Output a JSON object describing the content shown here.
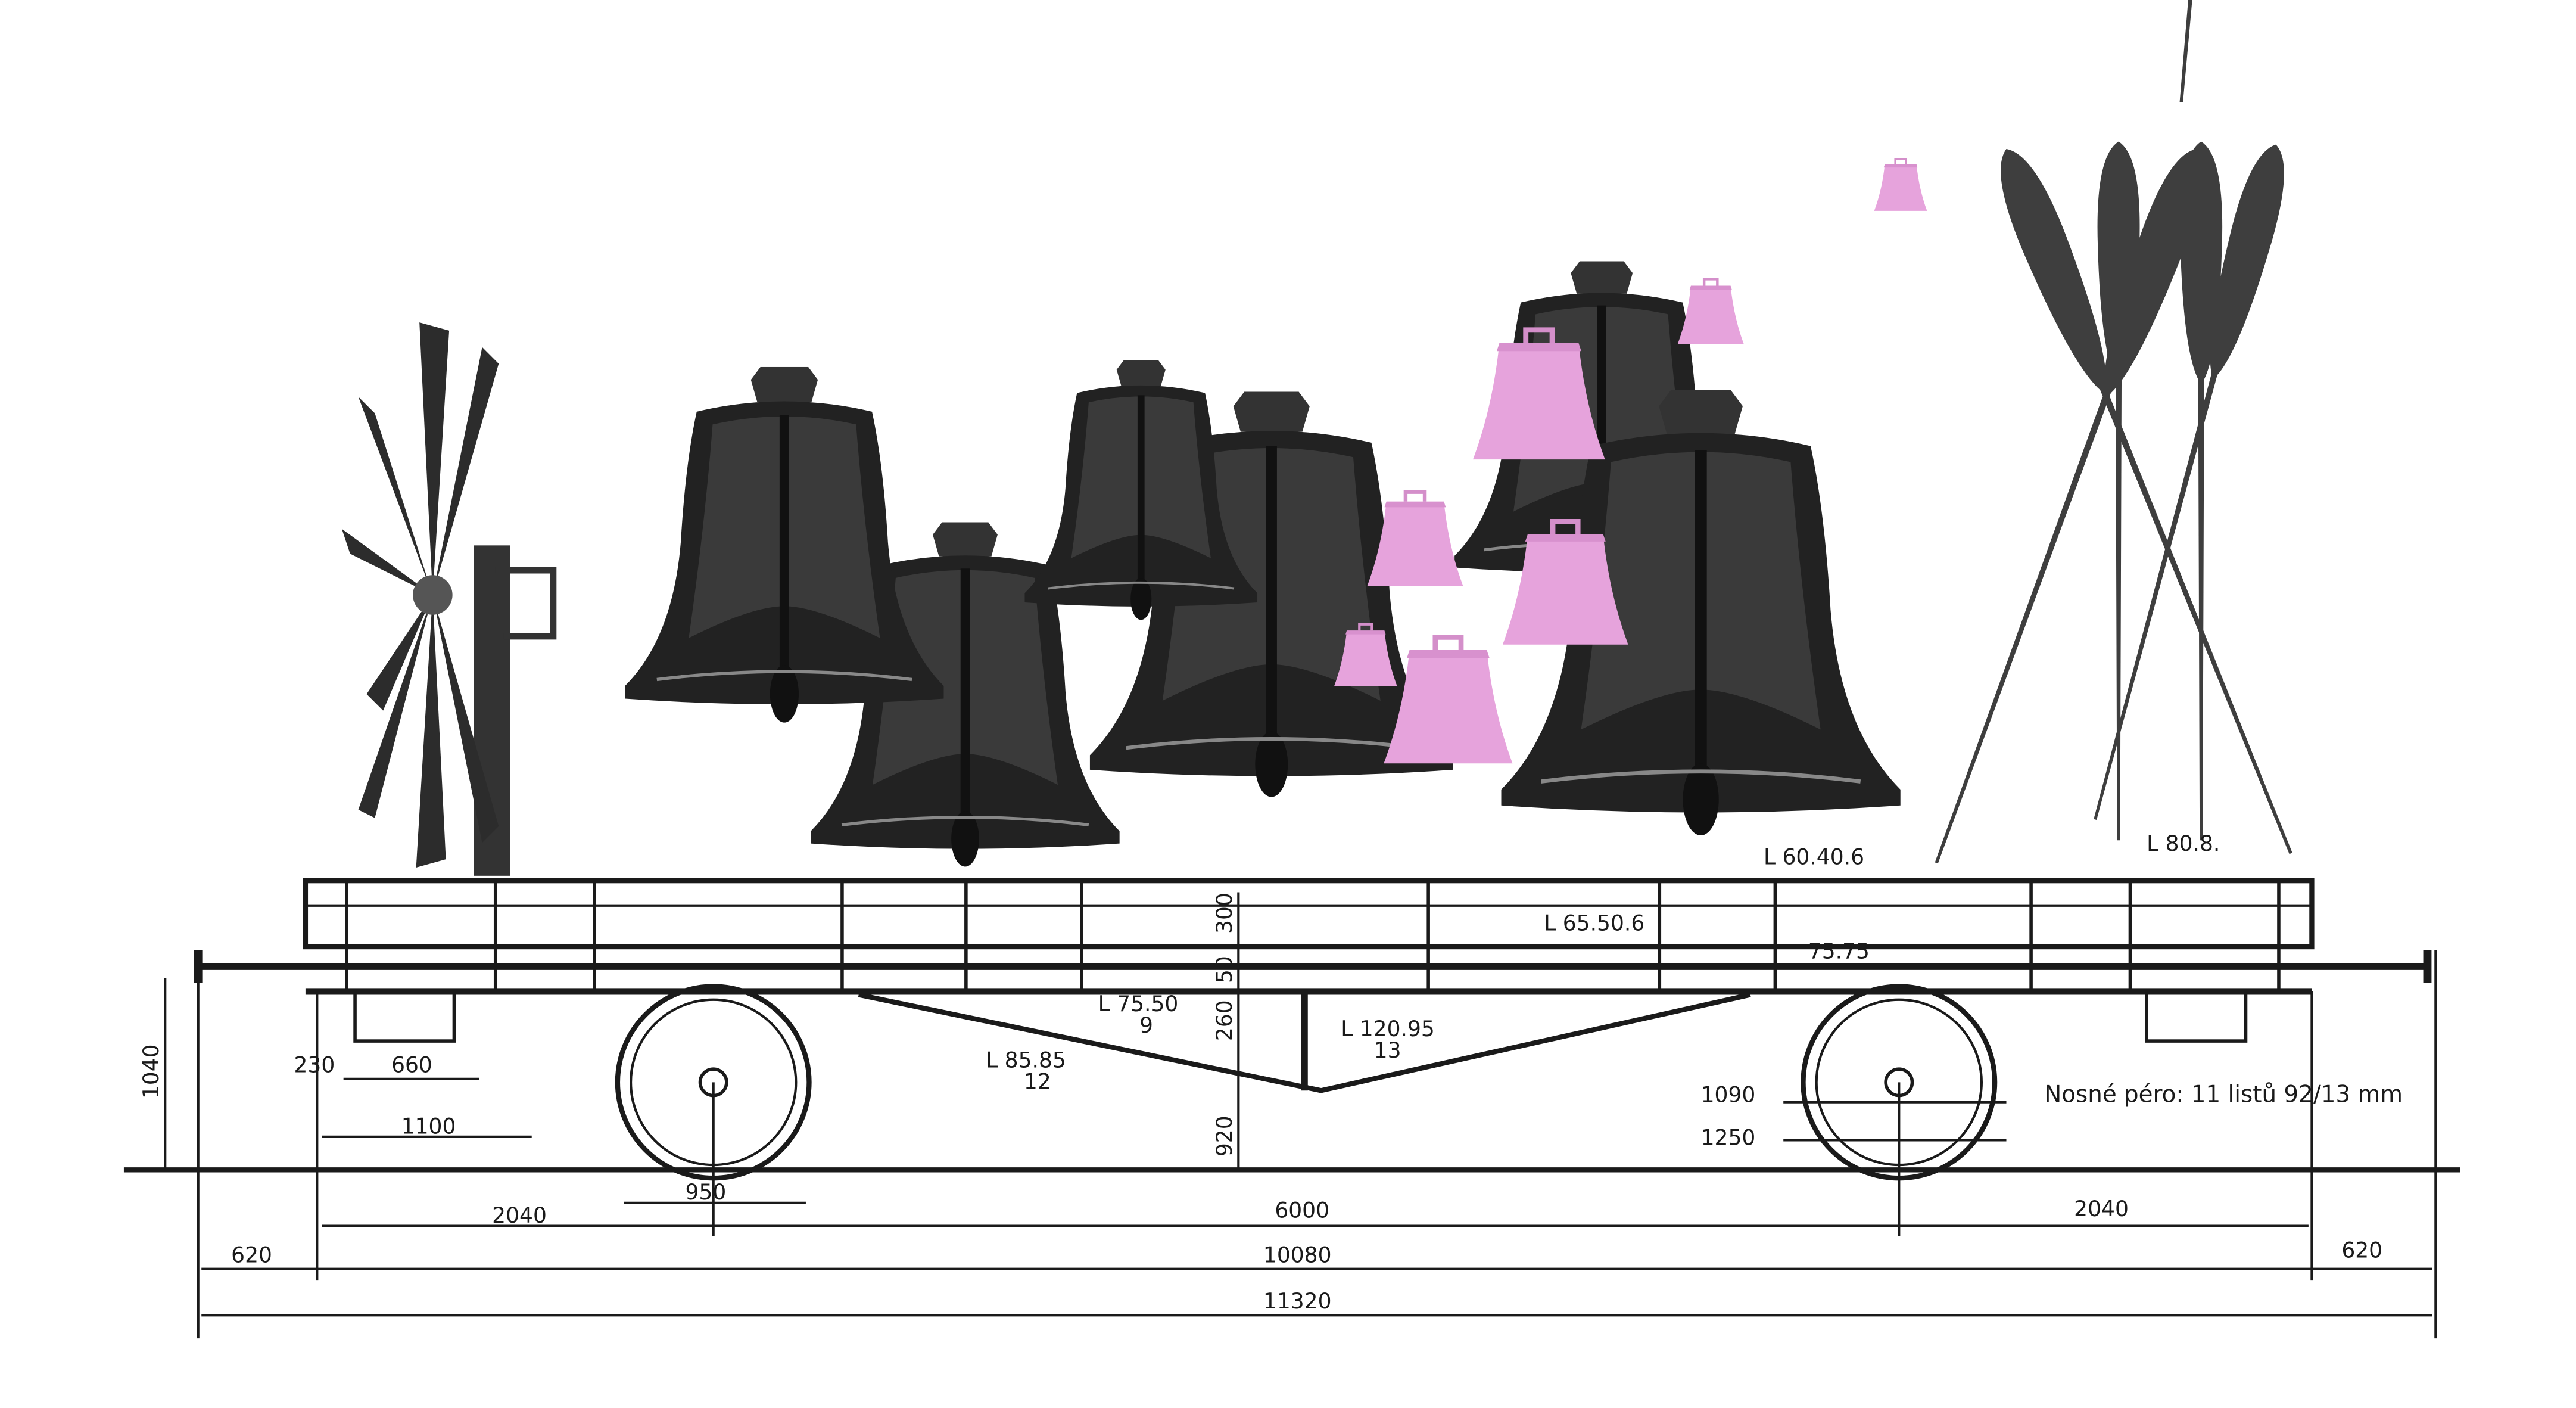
{
  "artwork": {
    "description_type": "collage",
    "colors": {
      "ink": "#1a1a1a",
      "bell": "#222222",
      "cowbell": "#e6a3dc",
      "oar": "#444444",
      "paper": "#ffffff"
    }
  },
  "drawing_labels": {
    "profile_top": "L 60.40.6",
    "profile_right": "L 80.8.",
    "profile_mid": "L 65.50.6",
    "profile_75": "L 75.50",
    "profile_75_n": "9",
    "profile_120": "L 120.95",
    "profile_120_n": "13",
    "profile_85": "L 85.85",
    "profile_85_n": "12",
    "profile_7575": "75.75",
    "dim_300": "300",
    "dim_50": "50",
    "dim_260": "260",
    "dim_920": "920",
    "dim_1040": "1040",
    "dim_230": "230",
    "dim_660": "660",
    "dim_1100": "1100",
    "dim_950": "950",
    "dim_2040_left": "2040",
    "dim_6000": "6000",
    "dim_2040_right": "2040",
    "dim_620_left": "620",
    "dim_10080": "10080",
    "dim_620_right": "620",
    "dim_11320": "11320",
    "dim_1090": "1090",
    "dim_1250": "1250",
    "spring_note": "Nosné péro: 11 listů 92/13 mm"
  }
}
